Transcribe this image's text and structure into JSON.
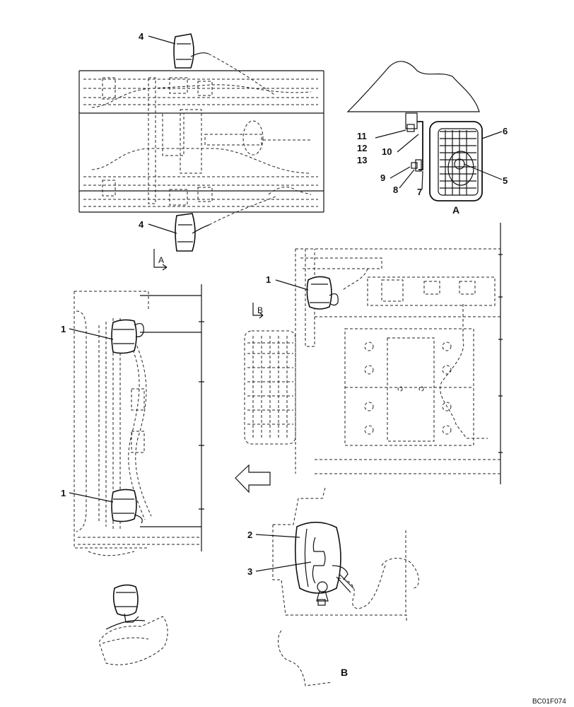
{
  "callouts": {
    "c1a": "1",
    "c1b": "1",
    "c1c": "1",
    "c2": "2",
    "c3": "3",
    "c4a": "4",
    "c4b": "4",
    "c5": "5",
    "c6": "6",
    "c7": "7",
    "c8": "8",
    "c9": "9",
    "c10": "10",
    "c11": "11",
    "c12": "12",
    "c13": "13"
  },
  "view_labels": {
    "detail_a": "A",
    "detail_b": "B",
    "marker_a": "A",
    "marker_b": "B"
  },
  "drawing_code": "BC01F074",
  "icons": {
    "direction_arrow": "hollow-left-arrow-icon"
  }
}
